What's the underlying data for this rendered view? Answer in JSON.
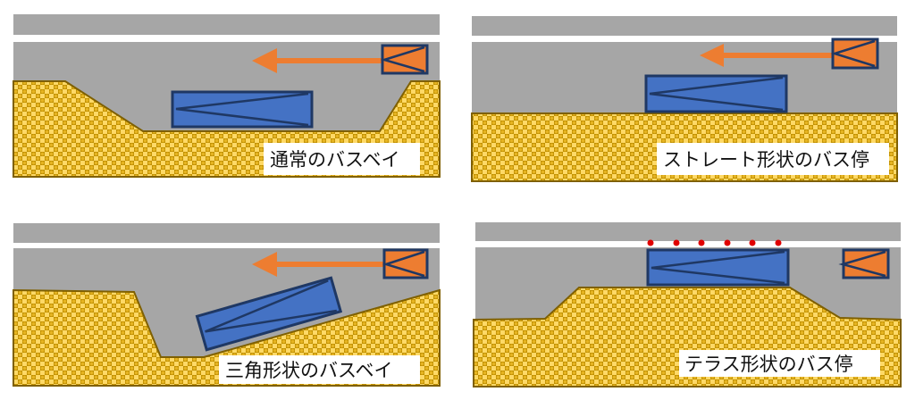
{
  "panels": [
    {
      "label": "通常のバスベイ"
    },
    {
      "label": "ストレート形状のバス停"
    },
    {
      "label": "三角形状のバスベイ"
    },
    {
      "label": "テラス形状のバス停"
    }
  ],
  "colors": {
    "road": "#a6a6a6",
    "ground": "#c09000",
    "bus": "#4472c4",
    "car": "#ed7d31",
    "outline": "#1f3864",
    "marker": "#e00000"
  },
  "icons": [
    "bus-icon",
    "car-icon",
    "direction-arrow-icon",
    "stop-marker-dot"
  ]
}
